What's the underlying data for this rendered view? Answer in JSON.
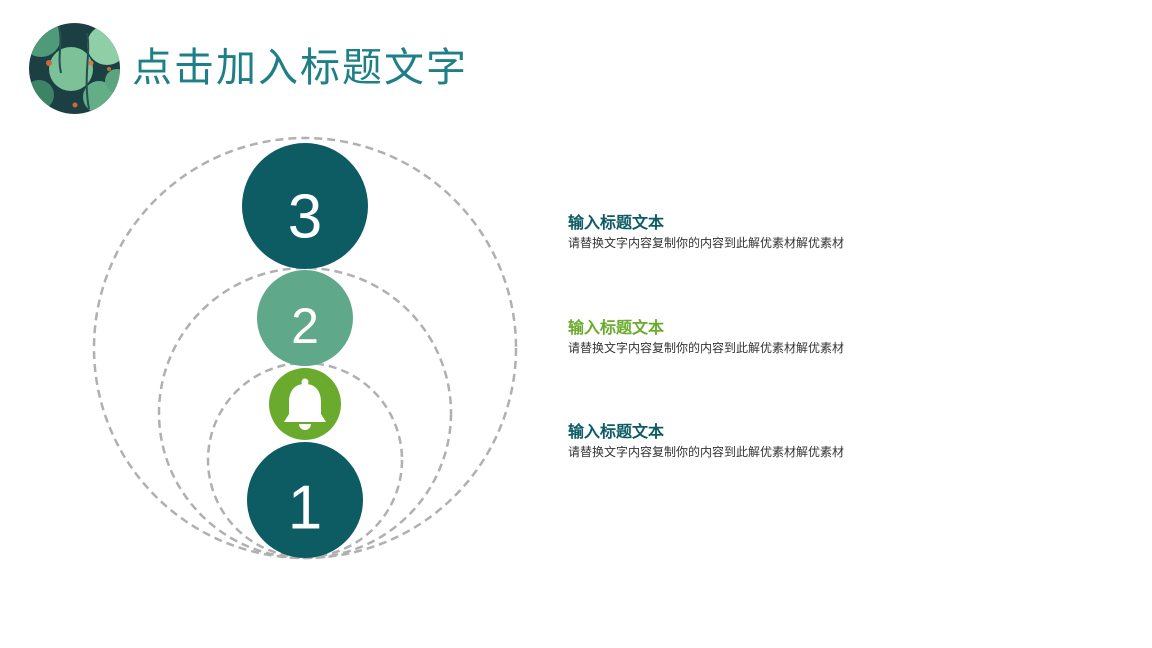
{
  "header": {
    "title": "点击加入标题文字"
  },
  "colors": {
    "dark_teal": "#0d5b63",
    "sage_green": "#5fa98a",
    "lime_green": "#6aab2e",
    "dashed_ring": "#b0b0b0",
    "title_teal": "#1f7f86"
  },
  "diagram": {
    "steps": [
      {
        "number": "3",
        "color": "#0d5b63"
      },
      {
        "number": "2",
        "color": "#5fa98a"
      },
      {
        "icon": "bell-icon",
        "color": "#6aab2e"
      },
      {
        "number": "1",
        "color": "#0d5b63"
      }
    ]
  },
  "items": [
    {
      "title": "输入标题文本",
      "title_color": "#0d5b63",
      "desc": "请替换文字内容复制你的内容到此解优素材解优素材"
    },
    {
      "title": "输入标题文本",
      "title_color": "#6aab2e",
      "desc": "请替换文字内容复制你的内容到此解优素材解优素材"
    },
    {
      "title": "输入标题文本",
      "title_color": "#0d5b63",
      "desc": "请替换文字内容复制你的内容到此解优素材解优素材"
    }
  ]
}
